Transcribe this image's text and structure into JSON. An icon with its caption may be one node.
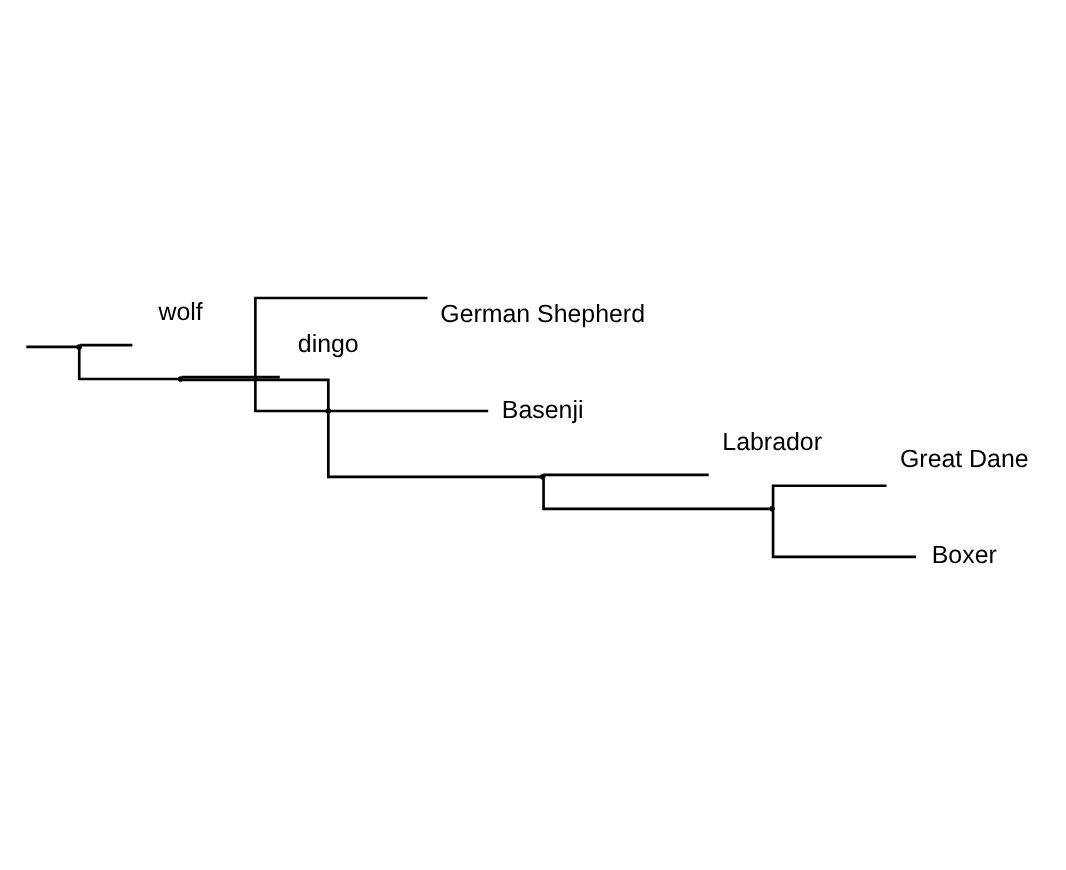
{
  "diagram": {
    "nodes": [
      {
        "text": [
          "wolf"
        ]
      },
      {
        "text": [
          "dingo"
        ]
      },
      {
        "text": [
          "German Shepherd"
        ]
      },
      {
        "text": [
          "Basenji"
        ]
      },
      {
        "text": [
          "Labrador"
        ]
      },
      {
        "text": [
          "Great Dane"
        ]
      },
      {
        "text": [
          "Boxer"
        ]
      },
      {
        "text": [],
        "shape": "point"
      },
      {
        "text": [],
        "shape": "point"
      },
      {
        "text": [],
        "shape": "point"
      },
      {
        "text": [],
        "shape": "point"
      },
      {
        "text": [],
        "shape": "point"
      }
    ],
    "edges": [
      {
        "from": null,
        "to": 7,
        "arrow": "none"
      },
      {
        "from": 7,
        "to": 0,
        "arrow": "none"
      },
      {
        "from": 7,
        "to": 8,
        "arrow": "none"
      },
      {
        "from": 8,
        "to": 1,
        "arrow": "none"
      },
      {
        "from": 8,
        "to": 9,
        "arrow": "none"
      },
      {
        "from": 9,
        "to": 2,
        "arrow": "none"
      },
      {
        "from": 9,
        "to": 3,
        "arrow": "none"
      },
      {
        "from": 9,
        "to": 10,
        "arrow": "none"
      },
      {
        "from": 10,
        "to": 4,
        "arrow": "none"
      },
      {
        "from": 10,
        "to": 11,
        "arrow": "none"
      },
      {
        "from": 11,
        "to": 5,
        "arrow": "none"
      },
      {
        "from": 11,
        "to": 6,
        "arrow": "none"
      }
    ]
  }
}
